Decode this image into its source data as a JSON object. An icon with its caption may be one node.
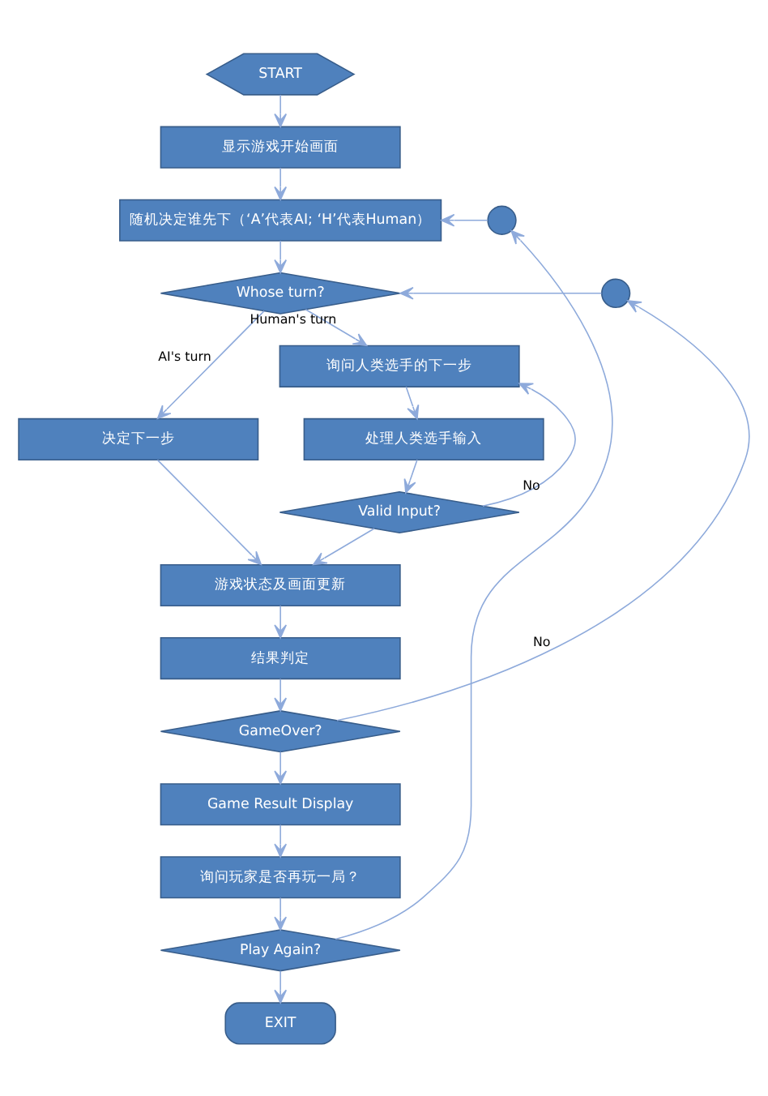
{
  "diagram": {
    "nodes": [
      {
        "text": [
          "START"
        ]
      },
      {
        "text": [
          "显示游戏开始画面"
        ]
      },
      {
        "text": [
          "随机决定谁先下（‘A’代表AI; ‘H’代表Human）"
        ]
      },
      {
        "text": [
          "Whose turn?"
        ]
      },
      {
        "text": [
          "决定下一步"
        ]
      },
      {
        "text": [
          "询问人类选手的下一步"
        ]
      },
      {
        "text": [
          "处理人类选手输入"
        ]
      },
      {
        "text": [
          "Valid Input?"
        ]
      },
      {
        "text": [
          "游戏状态及画面更新"
        ]
      },
      {
        "text": [
          "结果判定"
        ]
      },
      {
        "text": [
          "GameOver?"
        ]
      },
      {
        "text": [
          "Game Result Display"
        ]
      },
      {
        "text": [
          "询问玩家是否再玩一局？"
        ]
      },
      {
        "text": [
          "Play Again?"
        ]
      },
      {
        "text": [
          "EXIT"
        ]
      },
      {
        "text": [],
        "shape": "circle"
      },
      {
        "text": [],
        "shape": "circle"
      }
    ],
    "edges": [
      {
        "from": 0,
        "to": 1,
        "arrow": "to"
      },
      {
        "from": 1,
        "to": 2,
        "arrow": "to"
      },
      {
        "from": 2,
        "to": 3,
        "arrow": "to"
      },
      {
        "from": 3,
        "to": 4,
        "label": "AI's turn",
        "arrow": "to"
      },
      {
        "from": 3,
        "to": 5,
        "label": "Human's turn",
        "arrow": "to"
      },
      {
        "from": 4,
        "to": 8,
        "arrow": "to"
      },
      {
        "from": 5,
        "to": 6,
        "arrow": "to"
      },
      {
        "from": 6,
        "to": 7,
        "arrow": "to"
      },
      {
        "from": 7,
        "to": 5,
        "label": "No",
        "arrow": "to"
      },
      {
        "from": 7,
        "to": 8,
        "arrow": "to"
      },
      {
        "from": 8,
        "to": 9,
        "arrow": "to"
      },
      {
        "from": 9,
        "to": 10,
        "arrow": "to"
      },
      {
        "from": 10,
        "to": 16,
        "label": "No",
        "arrow": "to"
      },
      {
        "from": 16,
        "to": 3,
        "arrow": "to"
      },
      {
        "from": 10,
        "to": 11,
        "arrow": "to"
      },
      {
        "from": 11,
        "to": 12,
        "arrow": "to"
      },
      {
        "from": 12,
        "to": 13,
        "arrow": "to"
      },
      {
        "from": 13,
        "to": 14,
        "arrow": "to"
      },
      {
        "from": 13,
        "to": 15,
        "arrow": "to"
      },
      {
        "from": 15,
        "to": 2,
        "arrow": "to"
      }
    ]
  }
}
